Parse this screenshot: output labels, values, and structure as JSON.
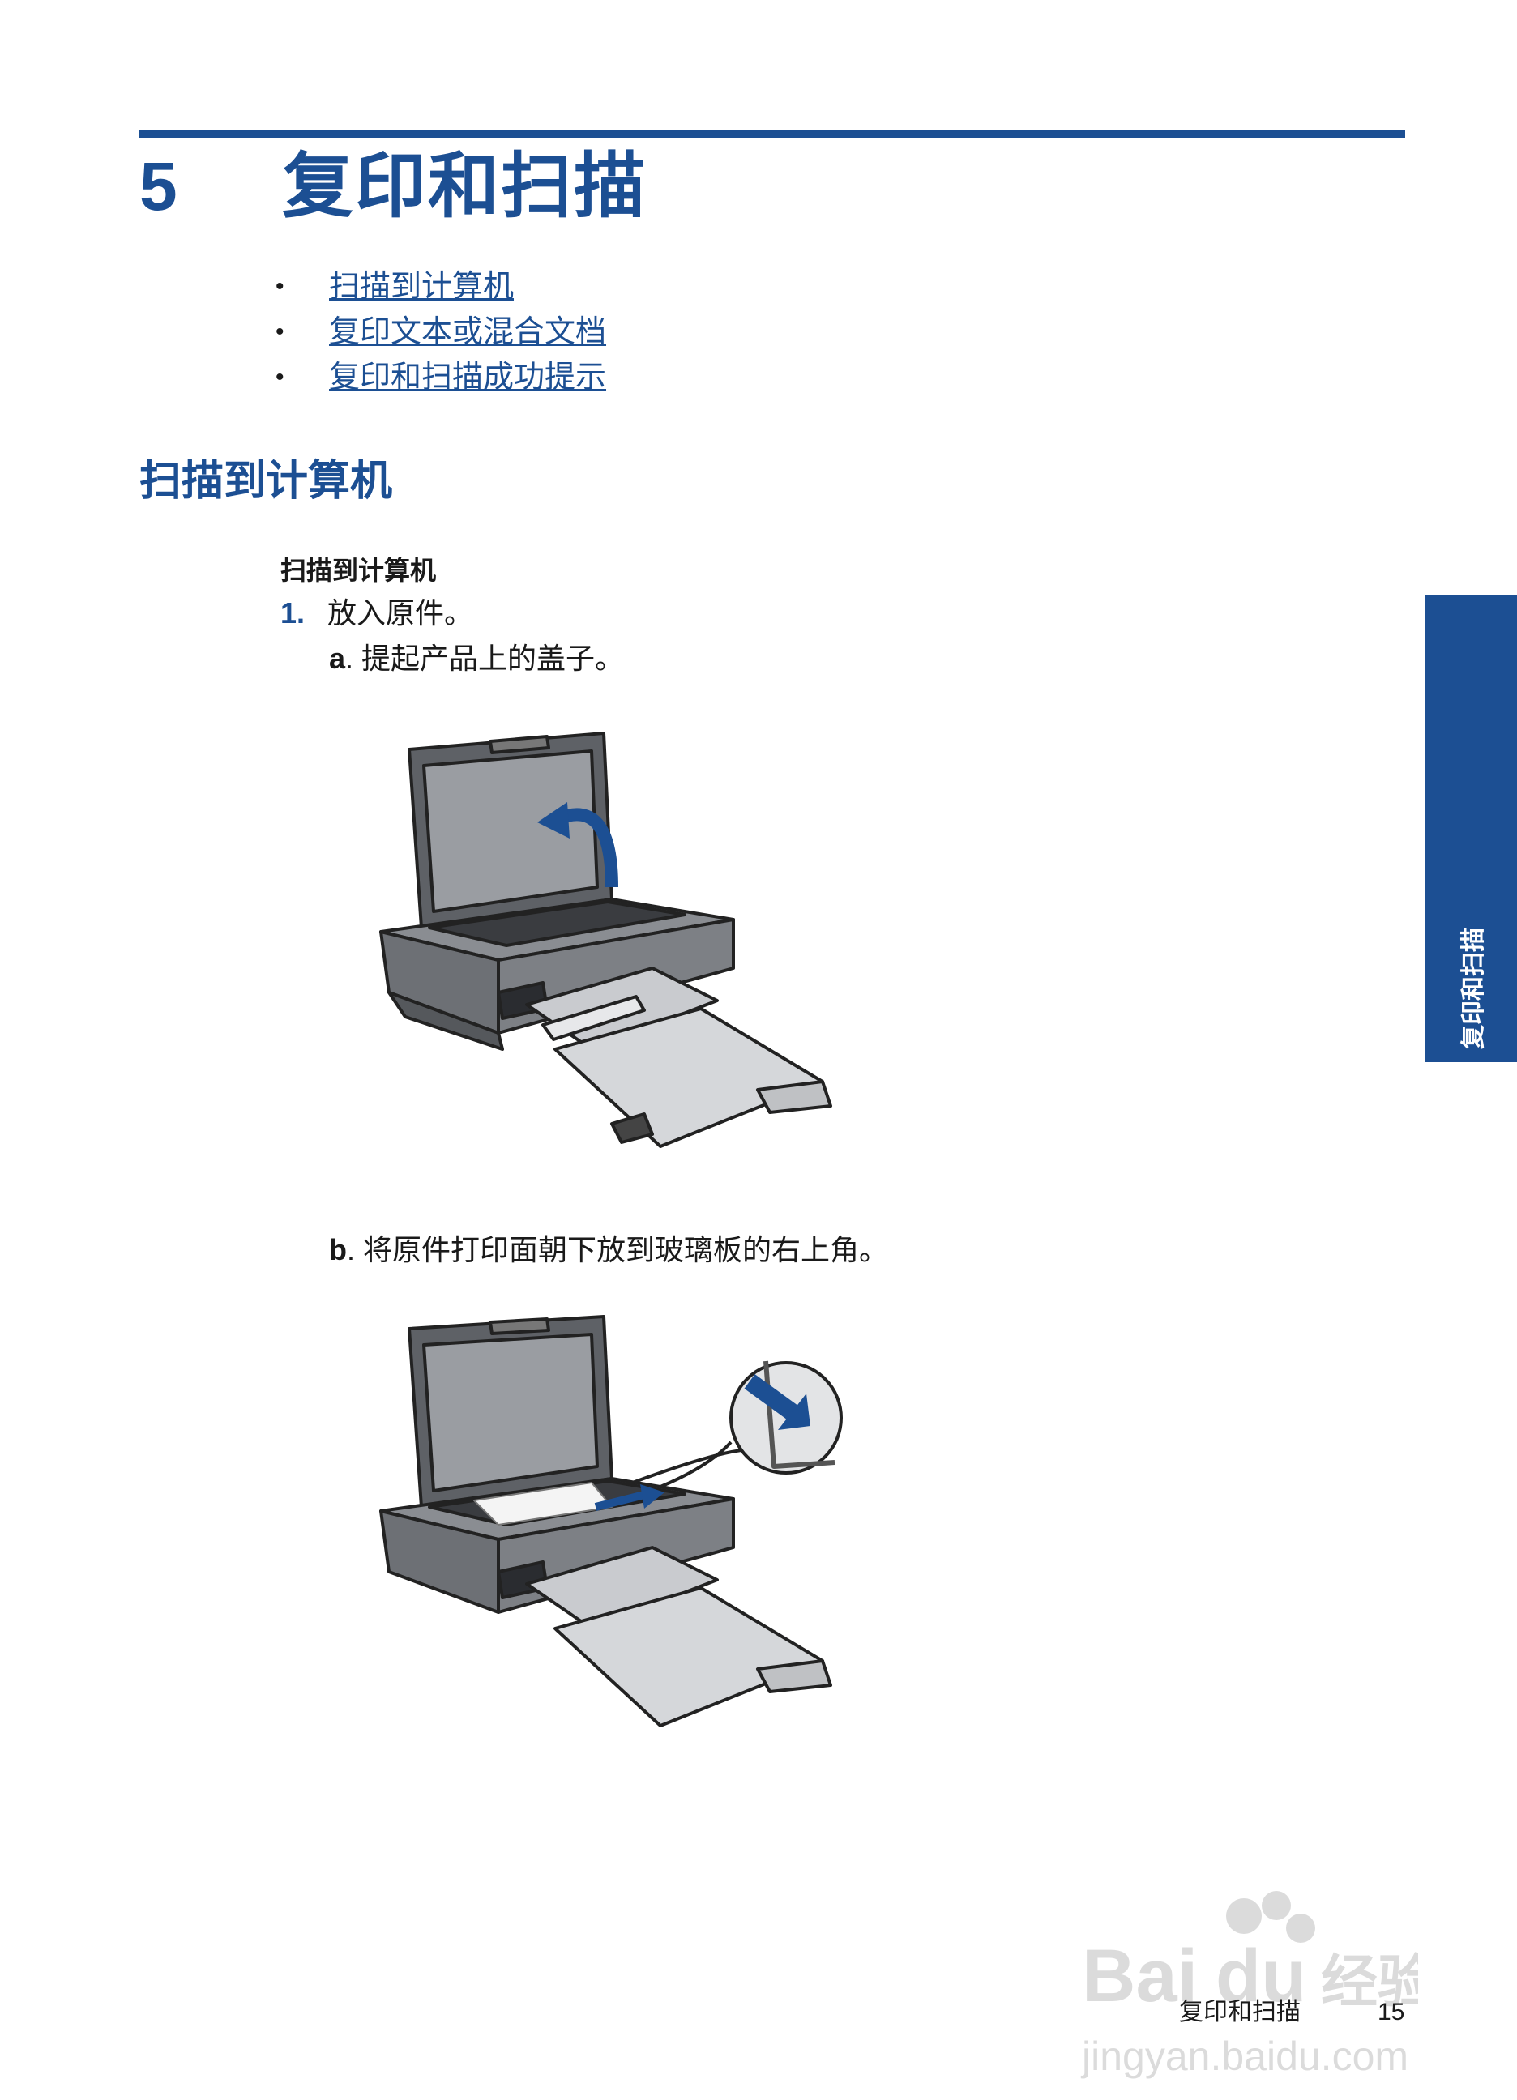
{
  "chapter": {
    "number": "5",
    "title": "复印和扫描"
  },
  "toc": [
    {
      "bullet": "•",
      "label": "扫描到计算机"
    },
    {
      "bullet": "•",
      "label": "复印文本或混合文档"
    },
    {
      "bullet": "•",
      "label": "复印和扫描成功提示"
    }
  ],
  "section": {
    "heading": "扫描到计算机",
    "procedure_title": "扫描到计算机",
    "step1": {
      "number": "1.",
      "text": "放入原件。"
    },
    "substep_a": {
      "letter": "a",
      "text": ". 提起产品上的盖子。"
    },
    "substep_b": {
      "letter": "b",
      "text": ". 将原件打印面朝下放到玻璃板的右上角。"
    }
  },
  "side_tab": {
    "label": "复印和扫描"
  },
  "footer": {
    "title": "复印和扫描",
    "page": "15"
  },
  "watermark": {
    "brand": "Bai du 经验",
    "url": "jingyan.baidu.com"
  },
  "colors": {
    "accent": "#1c4f93",
    "text": "#1a1a1a"
  }
}
